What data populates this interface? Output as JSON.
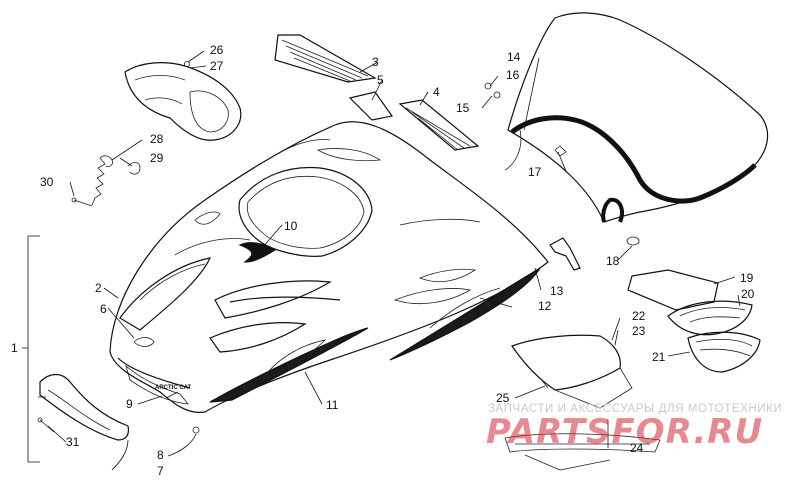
{
  "callouts": [
    {
      "id": "1",
      "label": "1"
    },
    {
      "id": "2",
      "label": "2"
    },
    {
      "id": "3",
      "label": "3"
    },
    {
      "id": "4",
      "label": "4"
    },
    {
      "id": "5",
      "label": "5"
    },
    {
      "id": "6",
      "label": "6"
    },
    {
      "id": "7",
      "label": "7"
    },
    {
      "id": "8",
      "label": "8"
    },
    {
      "id": "9",
      "label": "9"
    },
    {
      "id": "10",
      "label": "10"
    },
    {
      "id": "11",
      "label": "11"
    },
    {
      "id": "12",
      "label": "12"
    },
    {
      "id": "13",
      "label": "13"
    },
    {
      "id": "14",
      "label": "14"
    },
    {
      "id": "15",
      "label": "15"
    },
    {
      "id": "16",
      "label": "16"
    },
    {
      "id": "17",
      "label": "17"
    },
    {
      "id": "18",
      "label": "18"
    },
    {
      "id": "19",
      "label": "19"
    },
    {
      "id": "20",
      "label": "20"
    },
    {
      "id": "21",
      "label": "21"
    },
    {
      "id": "22",
      "label": "22"
    },
    {
      "id": "23",
      "label": "23"
    },
    {
      "id": "24",
      "label": "24"
    },
    {
      "id": "25",
      "label": "25"
    },
    {
      "id": "26",
      "label": "26"
    },
    {
      "id": "27",
      "label": "27"
    },
    {
      "id": "28",
      "label": "28"
    },
    {
      "id": "29",
      "label": "29"
    },
    {
      "id": "30",
      "label": "30"
    },
    {
      "id": "31",
      "label": "31"
    }
  ],
  "decals": {
    "logo_text": "ARCTIC CAT"
  },
  "watermark": {
    "caption": "ЗАПЧАСТИ И АКСЕССУАРЫ ДЛЯ МОТОТЕХНИКИ",
    "logo": "PARTSFOR.RU"
  }
}
